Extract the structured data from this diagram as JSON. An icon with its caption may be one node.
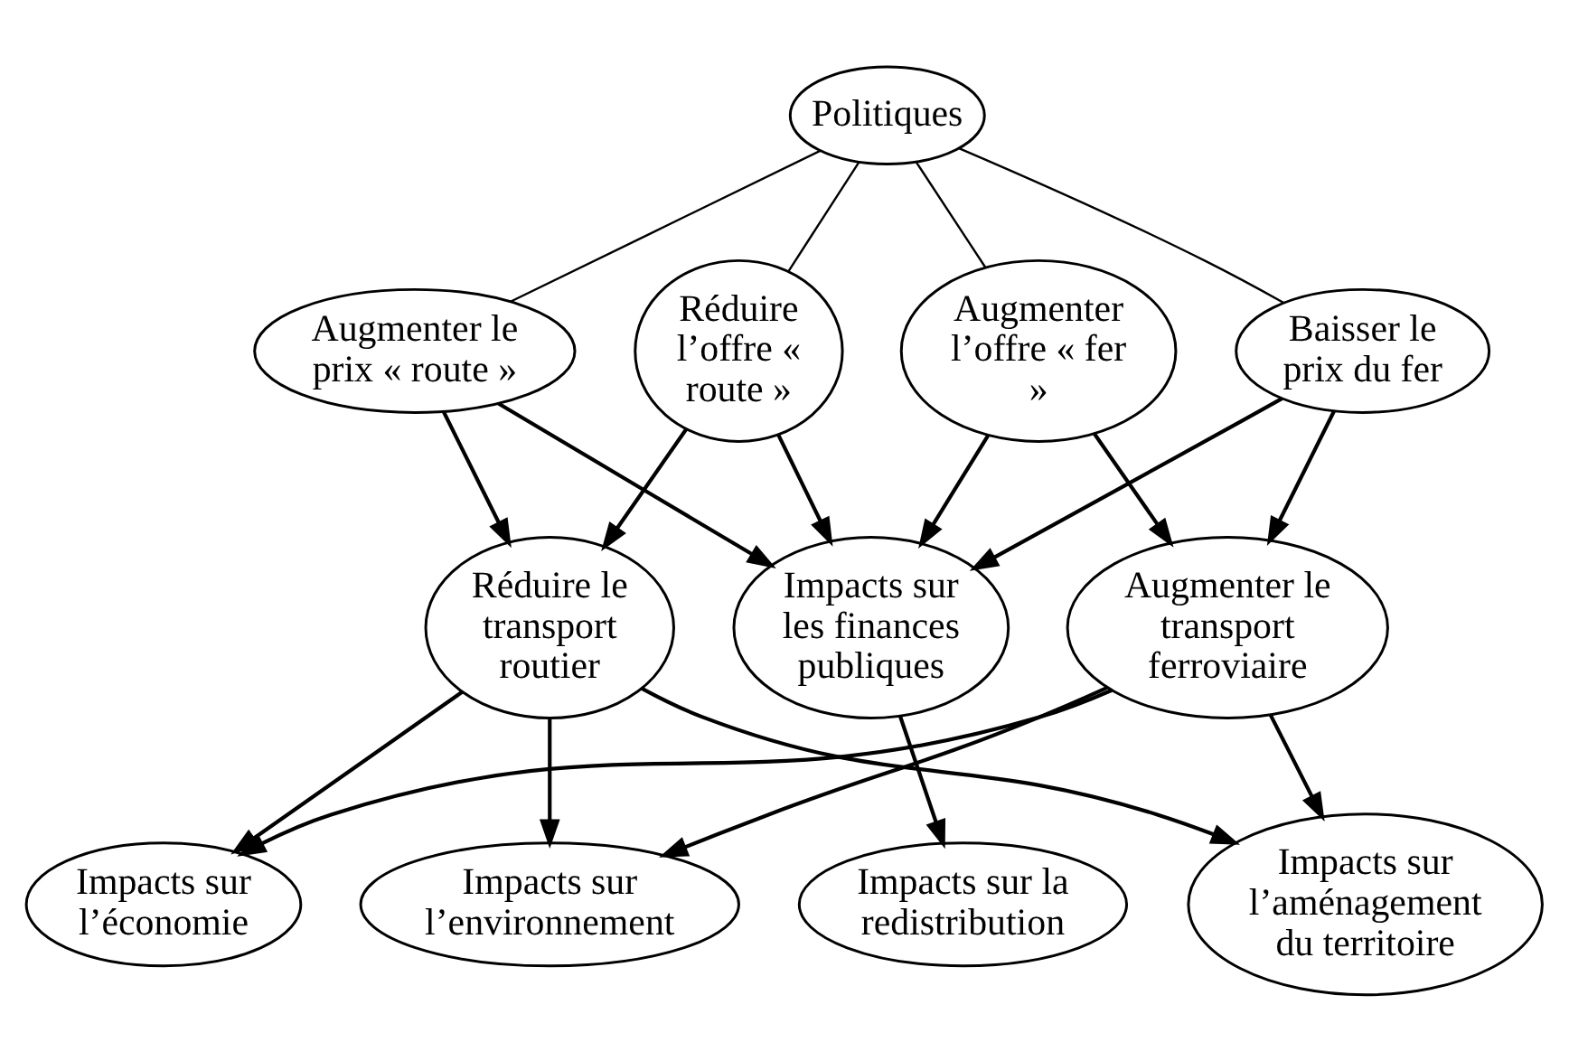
{
  "diagram": {
    "nodes": [
      {
        "text": [
          "Politiques"
        ]
      },
      {
        "text": [
          "Réduire l’offre « route »"
        ]
      },
      {
        "text": [
          "Baisser le prix du fer"
        ]
      },
      {
        "text": [
          "Augmenter le prix « route »"
        ]
      },
      {
        "text": [
          "Augmenter l’offre « fer »"
        ]
      },
      {
        "text": [
          "Réduire le transport routier"
        ]
      },
      {
        "text": [
          "Augmenter le transport ferroviaire"
        ]
      },
      {
        "text": [
          "Impacts sur les finances publiques"
        ]
      },
      {
        "text": [
          "Impacts sur l’aménagement du territoire"
        ]
      },
      {
        "text": [
          "Impacts sur la redistribution"
        ]
      },
      {
        "text": [
          "Impacts sur l’économie"
        ]
      },
      {
        "text": [
          "Impacts sur l’environnement"
        ]
      }
    ],
    "edges": [
      {
        "from": 0,
        "to": 3,
        "arrow": "none"
      },
      {
        "from": 0,
        "to": 1,
        "arrow": "none"
      },
      {
        "from": 0,
        "to": 2,
        "arrow": "none"
      },
      {
        "from": 0,
        "to": 4,
        "arrow": "none"
      },
      {
        "from": 3,
        "to": 5,
        "arrow": "to"
      },
      {
        "from": 3,
        "to": 7,
        "arrow": "to"
      },
      {
        "from": 1,
        "to": 5,
        "arrow": "to"
      },
      {
        "from": 1,
        "to": 7,
        "arrow": "to"
      },
      {
        "from": 2,
        "to": 6,
        "arrow": "to"
      },
      {
        "from": 2,
        "to": 7,
        "arrow": "to"
      },
      {
        "from": 4,
        "to": 6,
        "arrow": "to"
      },
      {
        "from": 4,
        "to": 7,
        "arrow": "to"
      },
      {
        "from": 5,
        "to": 8,
        "arrow": "to"
      },
      {
        "from": 5,
        "to": 10,
        "arrow": "to"
      },
      {
        "from": 5,
        "to": 11,
        "arrow": "to"
      },
      {
        "from": 6,
        "to": 8,
        "arrow": "to"
      },
      {
        "from": 6,
        "to": 10,
        "arrow": "to"
      },
      {
        "from": 6,
        "to": 11,
        "arrow": "to"
      },
      {
        "from": 7,
        "to": 9,
        "arrow": "to"
      }
    ]
  }
}
